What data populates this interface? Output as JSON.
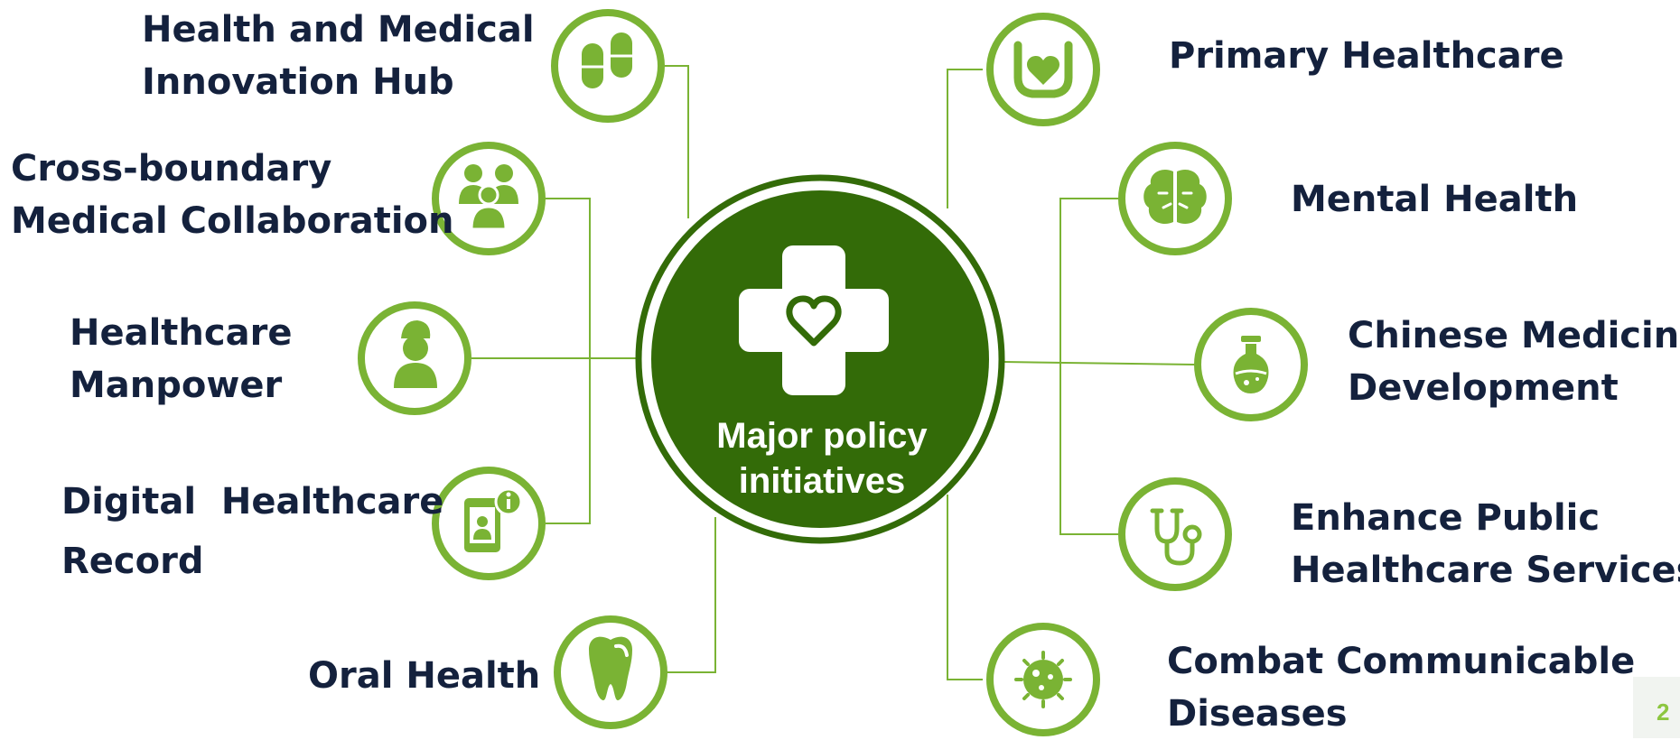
{
  "center": {
    "line1": "Major policy",
    "line2": "initiatives",
    "icon": "heart-cross-icon"
  },
  "colors": {
    "lime": "#7ab334",
    "center_fill": "#336b08",
    "text": "#14213d",
    "page_bg": "#f1f4f0"
  },
  "nodes": [
    {
      "key": "health-innovation",
      "line1": "Health and Medical",
      "line2": "Innovation Hub",
      "icon": "pill-capsules-icon"
    },
    {
      "key": "cross-boundary",
      "line1": "Cross-boundary",
      "line2": "Medical Collaboration",
      "icon": "medical-team-icon"
    },
    {
      "key": "healthcare-manpower",
      "line1": "Healthcare",
      "line2": "Manpower",
      "icon": "nurse-icon"
    },
    {
      "key": "digital-record",
      "line1": "Digital  Healthcare",
      "line2": "Record",
      "icon": "mobile-health-info-icon"
    },
    {
      "key": "oral-health",
      "line1": "Oral Health",
      "line2": "",
      "icon": "tooth-icon"
    },
    {
      "key": "primary-healthcare",
      "line1": "Primary Healthcare",
      "line2": "",
      "icon": "hands-heart-icon"
    },
    {
      "key": "mental-health",
      "line1": "Mental Health",
      "line2": "",
      "icon": "brain-icon"
    },
    {
      "key": "chinese-medicine",
      "line1": "Chinese Medicine",
      "line2": "Development",
      "icon": "flask-icon"
    },
    {
      "key": "public-healthcare",
      "line1": "Enhance Public",
      "line2": "Healthcare Services",
      "icon": "stethoscope-icon"
    },
    {
      "key": "communicable-diseases",
      "line1": "Combat Communicable",
      "line2": "Diseases",
      "icon": "virus-icon"
    }
  ],
  "page_number": "2"
}
